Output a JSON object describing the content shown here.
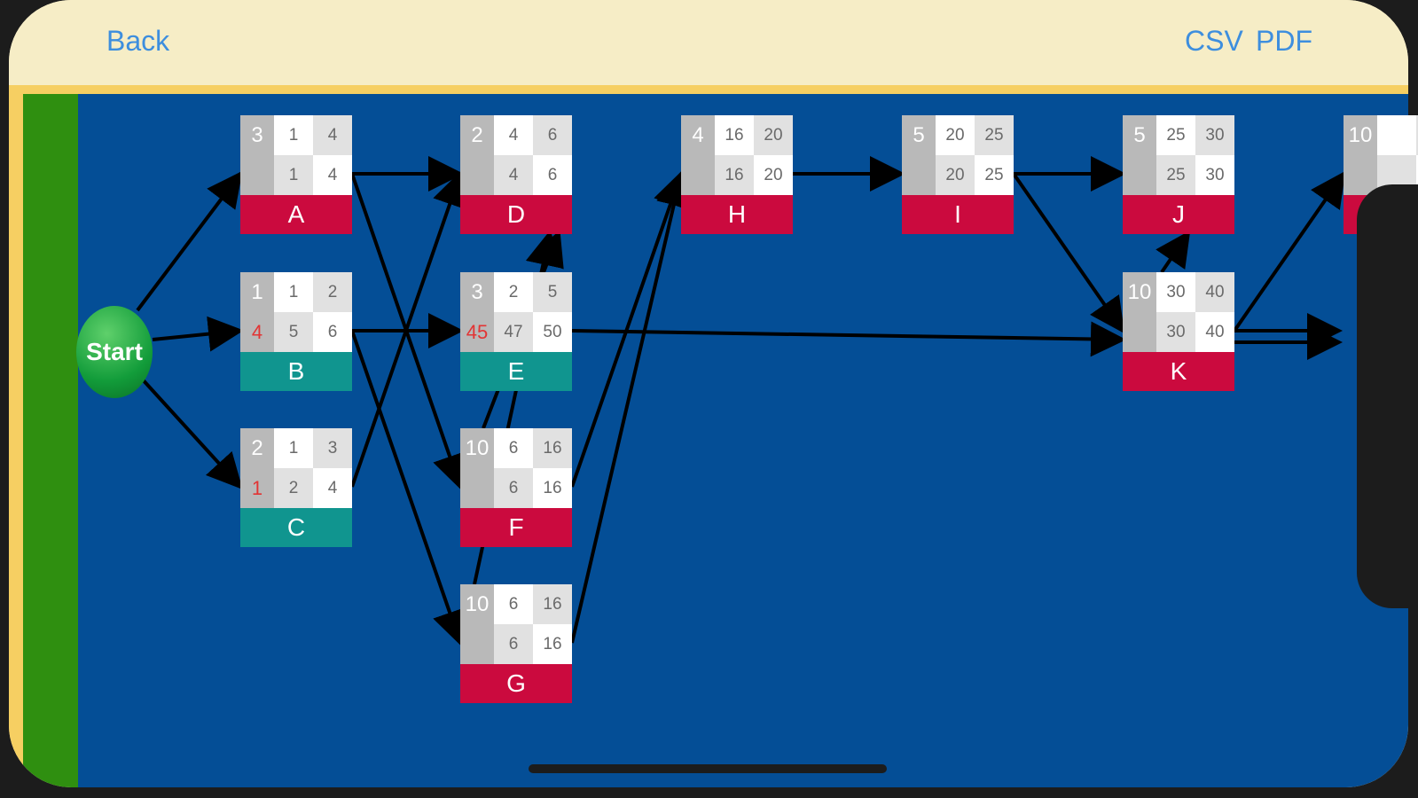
{
  "nav": {
    "back_label": "Back",
    "csv_label": "CSV",
    "pdf_label": "PDF"
  },
  "start": {
    "label": "Start"
  },
  "colors": {
    "critical": "#cb0a3e",
    "non_critical": "#10958f",
    "canvas": "#044e96",
    "nav": "#f6edc6",
    "link": "#3d8ede"
  },
  "nodes": [
    {
      "id": "A",
      "label": "A",
      "duration": "3",
      "slack": "",
      "es": "1",
      "ef": "4",
      "ls": "1",
      "lf": "4",
      "critical": true
    },
    {
      "id": "B",
      "label": "B",
      "duration": "1",
      "slack": "4",
      "es": "1",
      "ef": "2",
      "ls": "5",
      "lf": "6",
      "critical": false
    },
    {
      "id": "C",
      "label": "C",
      "duration": "2",
      "slack": "1",
      "es": "1",
      "ef": "3",
      "ls": "2",
      "lf": "4",
      "critical": false
    },
    {
      "id": "D",
      "label": "D",
      "duration": "2",
      "slack": "",
      "es": "4",
      "ef": "6",
      "ls": "4",
      "lf": "6",
      "critical": true
    },
    {
      "id": "E",
      "label": "E",
      "duration": "3",
      "slack": "45",
      "es": "2",
      "ef": "5",
      "ls": "47",
      "lf": "50",
      "critical": false
    },
    {
      "id": "F",
      "label": "F",
      "duration": "10",
      "slack": "",
      "es": "6",
      "ef": "16",
      "ls": "6",
      "lf": "16",
      "critical": true
    },
    {
      "id": "G",
      "label": "G",
      "duration": "10",
      "slack": "",
      "es": "6",
      "ef": "16",
      "ls": "6",
      "lf": "16",
      "critical": true
    },
    {
      "id": "H",
      "label": "H",
      "duration": "4",
      "slack": "",
      "es": "16",
      "ef": "20",
      "ls": "16",
      "lf": "20",
      "critical": true
    },
    {
      "id": "I",
      "label": "I",
      "duration": "5",
      "slack": "",
      "es": "20",
      "ef": "25",
      "ls": "20",
      "lf": "25",
      "critical": true
    },
    {
      "id": "J",
      "label": "J",
      "duration": "5",
      "slack": "",
      "es": "25",
      "ef": "30",
      "ls": "25",
      "lf": "30",
      "critical": true
    },
    {
      "id": "K",
      "label": "K",
      "duration": "10",
      "slack": "",
      "es": "30",
      "ef": "40",
      "ls": "30",
      "lf": "40",
      "critical": true
    },
    {
      "id": "L",
      "label": "",
      "duration": "10",
      "slack": "",
      "es": "",
      "ef": "",
      "ls": "",
      "lf": "",
      "critical": true
    }
  ]
}
